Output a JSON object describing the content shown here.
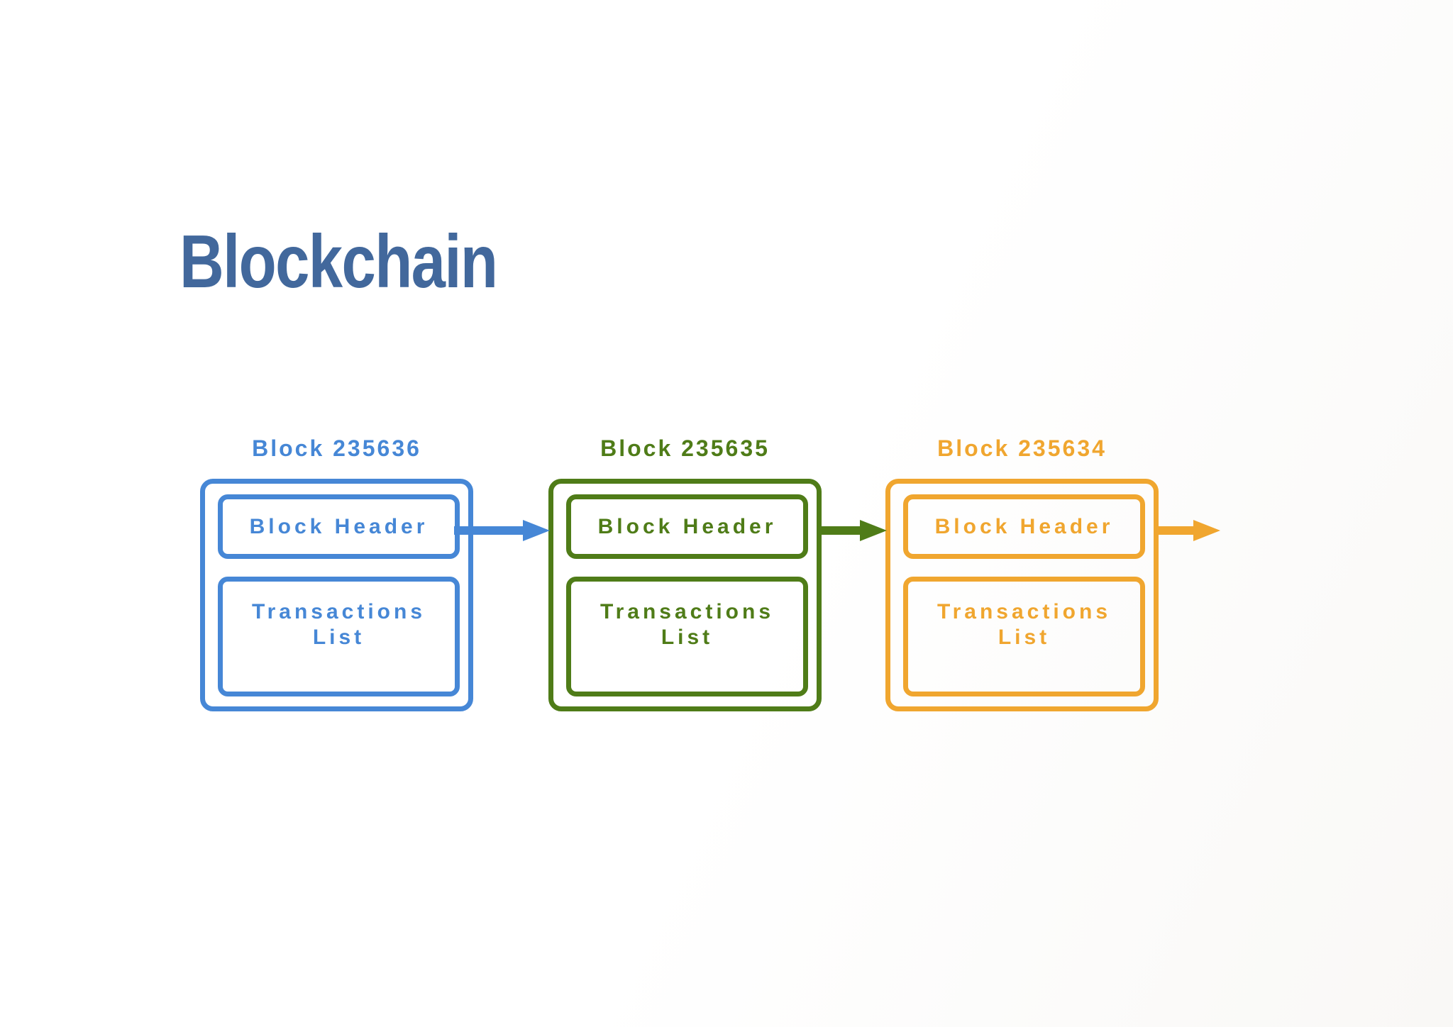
{
  "slide": {
    "title": "Blockchain",
    "title_color": "#42689c",
    "background_color": "#ffffff"
  },
  "diagram": {
    "blocks": [
      {
        "label": "Block 235636",
        "color": "#4687d6",
        "header_label": "Block Header",
        "transactions_label": "Transactions List"
      },
      {
        "label": "Block 235635",
        "color": "#4f7c18",
        "header_label": "Block Header",
        "transactions_label": "Transactions List"
      },
      {
        "label": "Block 235634",
        "color": "#f0a62f",
        "header_label": "Block Header",
        "transactions_label": "Transactions List"
      }
    ],
    "arrows": [
      {
        "name": "arrow-from-block-235636",
        "color": "#4687d6"
      },
      {
        "name": "arrow-from-block-235635",
        "color": "#4f7c18"
      },
      {
        "name": "arrow-from-block-235634",
        "color": "#f0a62f"
      }
    ]
  }
}
